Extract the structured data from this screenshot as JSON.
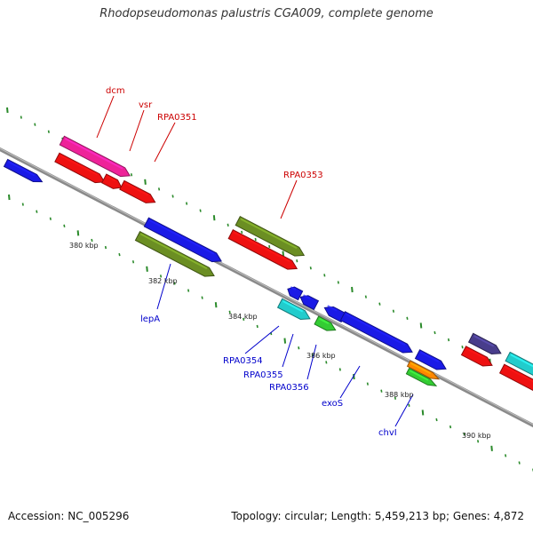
{
  "header": {
    "title": "Rhodopseudomonas palustris CGA009, complete genome"
  },
  "footer": {
    "accession": "Accession: NC_005296",
    "summary": "Topology: circular; Length: 5,459,213 bp; Genes: 4,872"
  },
  "map": {
    "tick_labels": [
      "380 kbp",
      "382 kbp",
      "384 kbp",
      "386 kbp",
      "388 kbp",
      "390 kbp"
    ],
    "gene_labels_top": [
      "dcm",
      "vsr",
      "RPA0351",
      "RPA0353"
    ],
    "gene_labels_bottom": [
      "lepA",
      "RPA0354",
      "RPA0355",
      "RPA0356",
      "exoS",
      "chvI"
    ],
    "colors": {
      "backbone": "#8a8a8a",
      "tick": "#2a8a2a",
      "label_top": "#cc0000",
      "label_bottom": "#0000cc",
      "blue": "#1a1ae6",
      "red": "#ee1111",
      "pink": "#ee2299",
      "olive": "#6b8e23",
      "cyan": "#22cccc",
      "green": "#33cc33",
      "orange": "#ff8800",
      "slate": "#483d8b"
    }
  }
}
